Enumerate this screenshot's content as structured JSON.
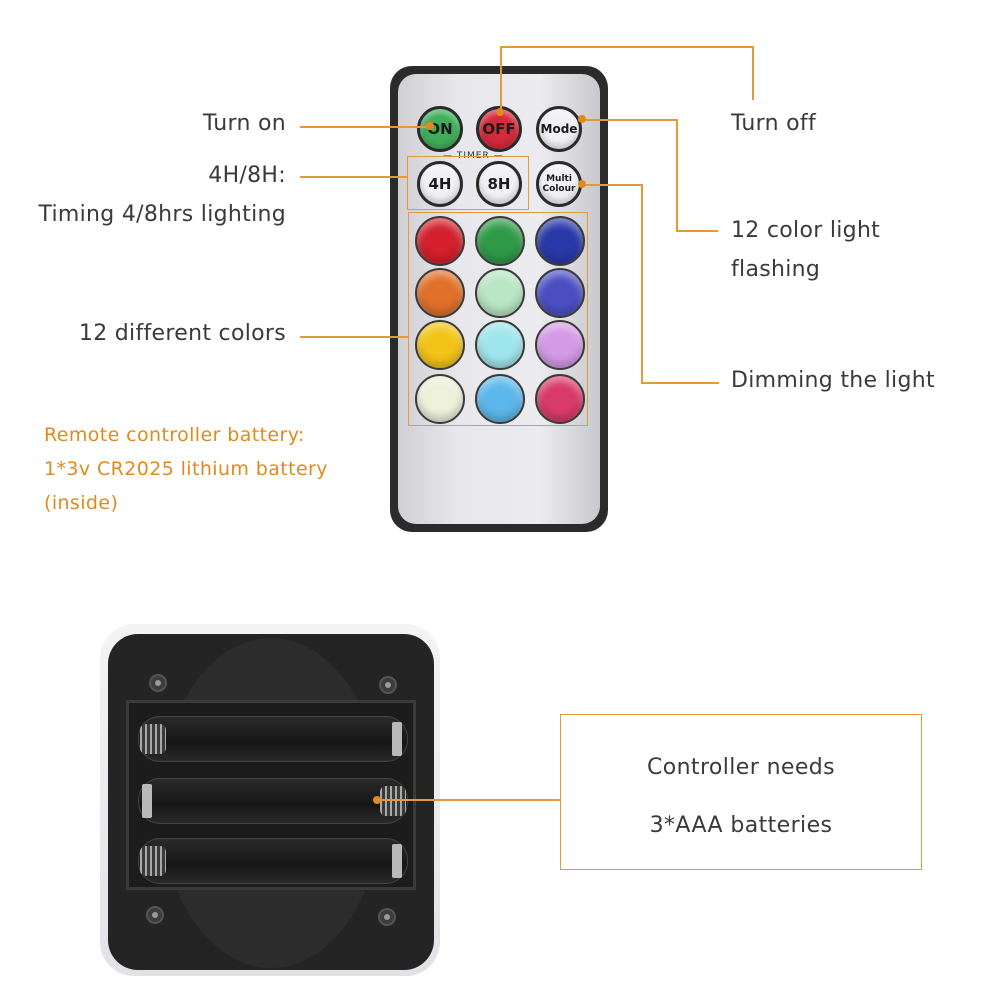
{
  "remote": {
    "buttons": {
      "on": "ON",
      "off": "OFF",
      "mode": "Mode",
      "timer_label": "TIMER",
      "h4": "4H",
      "h8": "8H",
      "multi_line1": "Multi",
      "multi_line2": "Colour"
    },
    "color_buttons": [
      "#d3202c",
      "#2f9a48",
      "#2838a8",
      "#e0702a",
      "#b9e6c4",
      "#4b4fc2",
      "#f2c418",
      "#9fe6ec",
      "#d49ae6",
      "#eef2dc",
      "#5cb8ec",
      "#d83a6a"
    ]
  },
  "labels": {
    "turn_on": "Turn on",
    "timer_line1": "4H/8H:",
    "timer_line2": "Timing 4/8hrs lighting",
    "different_colors": "12 different colors",
    "turn_off": "Turn off",
    "color_flash_line1": "12 color light",
    "color_flash_line2": "flashing",
    "dimming": "Dimming the light"
  },
  "note": {
    "line1": "Remote controller battery:",
    "line2": "1*3v CR2025 lithium battery",
    "line3": "(inside)"
  },
  "battery_box": {
    "line1": "Controller needs",
    "line2": "3*AAA batteries"
  },
  "colors": {
    "accent": "#e08a1e",
    "text": "#3a3a3a"
  }
}
